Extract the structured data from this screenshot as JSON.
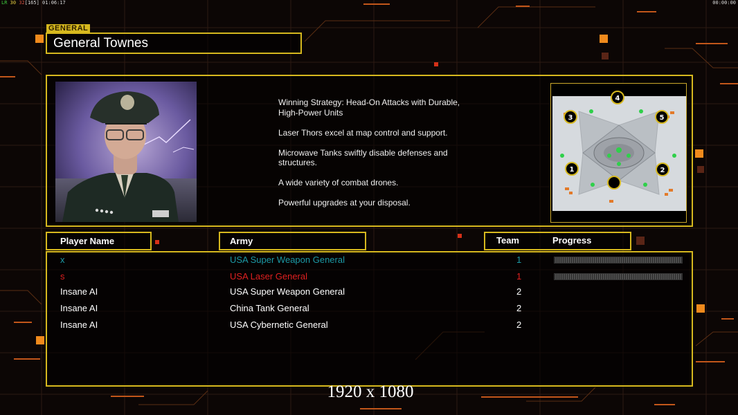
{
  "hud": {
    "left": {
      "g": "LR",
      "y": "30",
      "r": "32",
      "w": "[165]",
      "time": "01:06:17"
    },
    "right": "00:00:00"
  },
  "general": {
    "tag": "GENERAL",
    "name": "General Townes",
    "description": [
      "Winning Strategy: Head-On Attacks with Durable,\n High-Power Units",
      "Laser Thors excel at map control and support.",
      "Microwave Tanks swiftly disable defenses and\n structures.",
      "A wide variety of combat drones.",
      "Powerful upgrades at your disposal."
    ]
  },
  "minimap": {
    "start_positions": [
      "1",
      "2",
      "3",
      "4",
      "5"
    ]
  },
  "headers": {
    "player": "Player Name",
    "army": "Army",
    "team": "Team",
    "progress": "Progress"
  },
  "players": [
    {
      "name": "x",
      "army": "USA Super Weapon General",
      "team": "1",
      "color": "#1c9aa6",
      "progress": true
    },
    {
      "name": "s",
      "army": "USA Laser General",
      "team": "1",
      "color": "#e02020",
      "progress": true
    },
    {
      "name": "Insane AI",
      "army": "USA Super Weapon General",
      "team": "2",
      "color": "#ffffff",
      "progress": false
    },
    {
      "name": "Insane AI",
      "army": "China Tank General",
      "team": "2",
      "color": "#ffffff",
      "progress": false
    },
    {
      "name": "Insane AI",
      "army": "USA Cybernetic General",
      "team": "2",
      "color": "#ffffff",
      "progress": false
    }
  ],
  "resolution_label": "1920 x 1080",
  "colors": {
    "frame": "#d6b81e",
    "background": "#0c0605",
    "accent": "#f08a1c"
  }
}
